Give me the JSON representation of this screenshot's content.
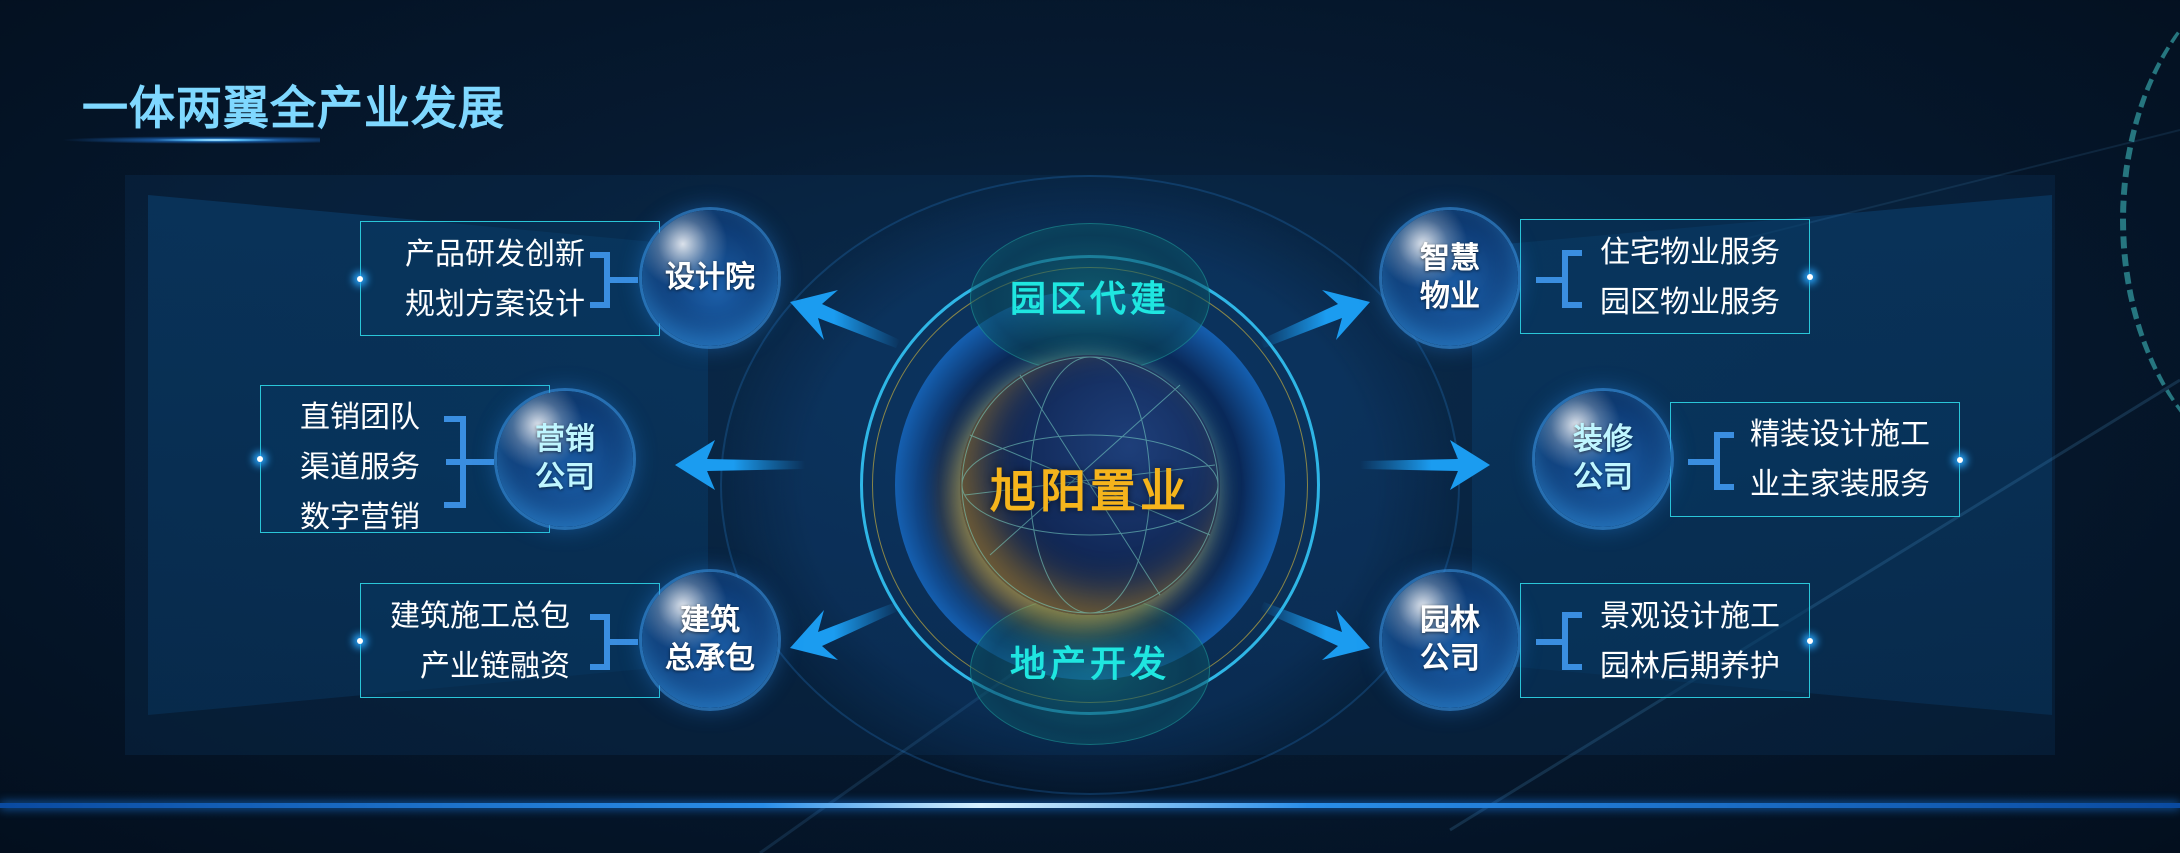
{
  "title": "一体两翼全产业发展",
  "center": {
    "label": "旭阳置业",
    "top_wing": "园区代建",
    "bottom_wing": "地产开发"
  },
  "nodes": {
    "left": [
      {
        "label_lines": [
          "设计院"
        ],
        "items": [
          "产品研发创新",
          "规划方案设计"
        ]
      },
      {
        "label_lines": [
          "营销",
          "公司"
        ],
        "items": [
          "直销团队",
          "渠道服务",
          "数字营销"
        ]
      },
      {
        "label_lines": [
          "建筑",
          "总承包"
        ],
        "items": [
          "建筑施工总包",
          "产业链融资"
        ]
      }
    ],
    "right": [
      {
        "label_lines": [
          "智慧",
          "物业"
        ],
        "items": [
          "住宅物业服务",
          "园区物业服务"
        ]
      },
      {
        "label_lines": [
          "装修",
          "公司"
        ],
        "items": [
          "精装设计施工",
          "业主家装服务"
        ]
      },
      {
        "label_lines": [
          "园林",
          "公司"
        ],
        "items": [
          "景观设计施工",
          "园林后期养护"
        ]
      }
    ]
  },
  "colors": {
    "title": "#7fd8ff",
    "center_label": "#f5b41c",
    "wing_label": "#1fe6e0",
    "box_border": "#2ac6d8",
    "bracket": "#3a8ee0",
    "arrow": "#1b9cf0",
    "background": "#061a31"
  }
}
